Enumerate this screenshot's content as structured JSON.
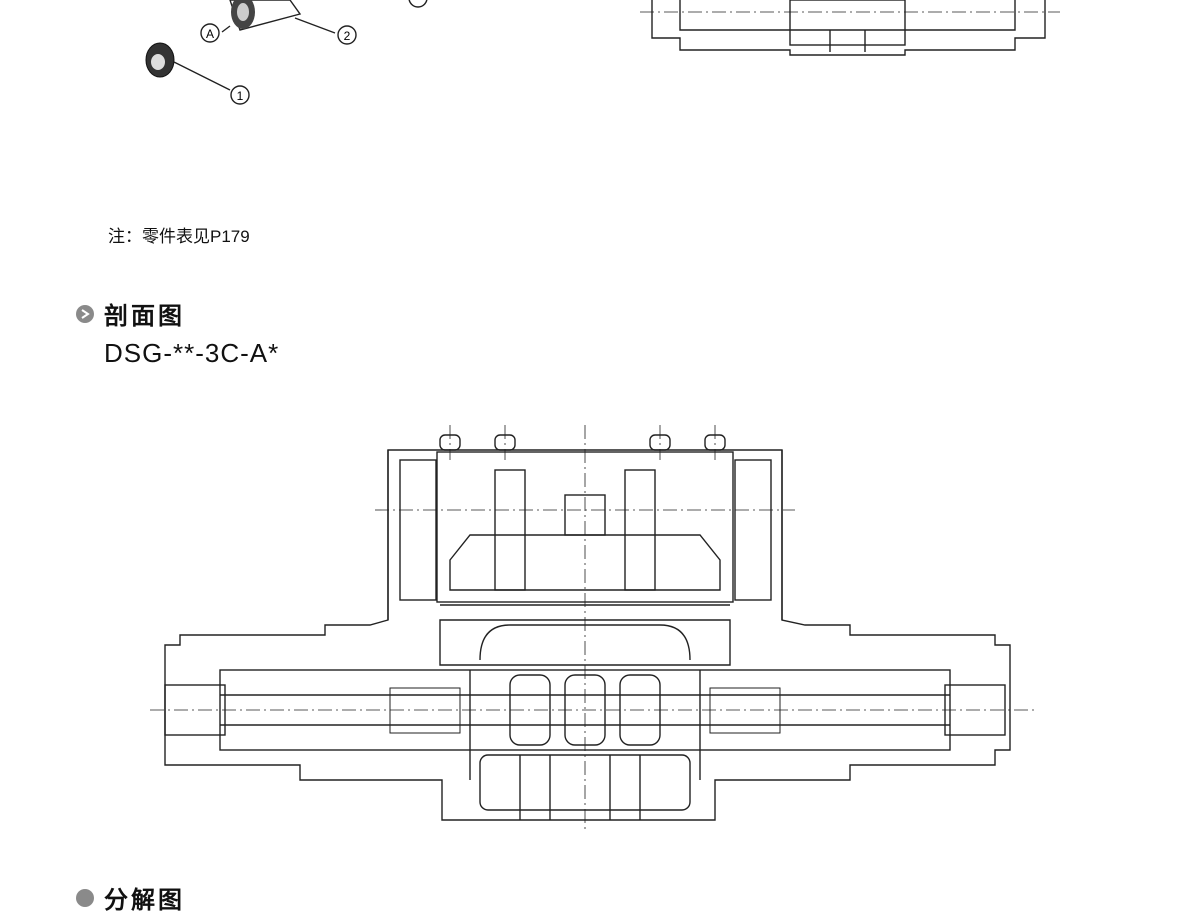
{
  "figure_top_left": {
    "callouts": [
      "A",
      "1",
      "2"
    ]
  },
  "note": "注：零件表见P179",
  "section": {
    "heading": "剖面图",
    "model": "DSG-**-3C-A*"
  },
  "next_section": {
    "heading": "分解图"
  },
  "colors": {
    "bullet": "#8a8a8a",
    "line": "#222222"
  }
}
